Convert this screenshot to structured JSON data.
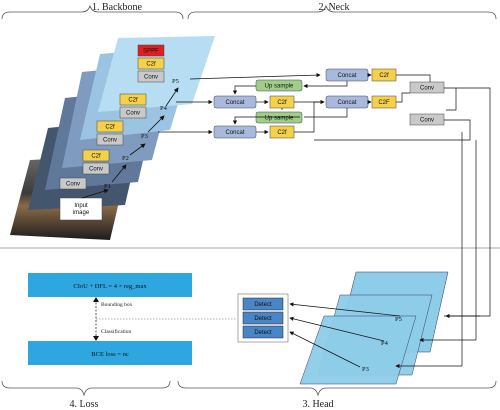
{
  "sections": {
    "backbone": "1. Backbone",
    "neck": "2. Neck",
    "head": "3. Head",
    "loss": "4. Loss"
  },
  "backbone": {
    "input": "Input\nimage",
    "p1": "P1",
    "p2": "P2",
    "p3": "P3",
    "p4": "P4",
    "p5": "P5",
    "conv": "Conv",
    "c2f": "C2f",
    "sppf": "SPPF"
  },
  "neck": {
    "concat": "Concat",
    "upsample": "Up sample",
    "c2f": "C2f",
    "c2f_upper": "C2F",
    "conv": "Conv"
  },
  "head": {
    "detect": "Detect",
    "p3": "P3",
    "p4": "P4",
    "p5": "P5"
  },
  "loss": {
    "box_loss": "CIoU + DFL = 4 × reg_max",
    "cls_loss": "BCE loss = nc",
    "bbox_label": "Bounding box",
    "cls_label": "Classification"
  },
  "colors": {
    "plane": "#8ecde8",
    "plane_dark": "#5a7fa8",
    "c2f": "#f5d14a",
    "conv": "#c9c9c9",
    "sppf": "#e02020",
    "concat": "#a9b9dd",
    "upsample": "#9fcf86",
    "loss_bar": "#2ea7e0",
    "detect": "#4a86c5"
  }
}
